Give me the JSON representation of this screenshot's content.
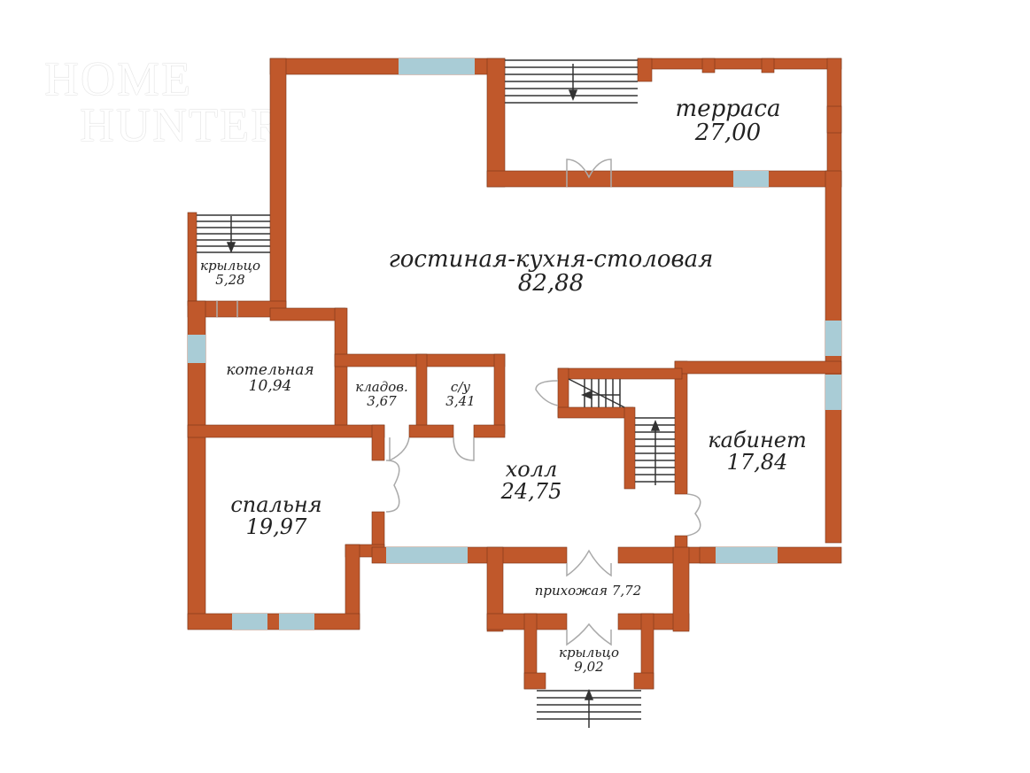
{
  "watermark": {
    "line1": "HOME",
    "line2": "HUNTER"
  },
  "colors": {
    "wall": "#c0582b",
    "window": "#a9ccd6",
    "stairs": "#333333",
    "background": "#ffffff"
  },
  "rooms": [
    {
      "id": "terrace",
      "name": "терраса",
      "area": "27,00"
    },
    {
      "id": "living",
      "name": "гостиная-кухня-столовая",
      "area": "82,88"
    },
    {
      "id": "porch-side",
      "name": "крыльцо",
      "area": "5,28"
    },
    {
      "id": "boiler",
      "name": "котельная",
      "area": "10,94"
    },
    {
      "id": "storage",
      "name": "кладов.",
      "area": "3,67"
    },
    {
      "id": "wc",
      "name": "с/у",
      "area": "3,41"
    },
    {
      "id": "hall",
      "name": "холл",
      "area": "24,75"
    },
    {
      "id": "study",
      "name": "кабинет",
      "area": "17,84"
    },
    {
      "id": "bedroom",
      "name": "спальня",
      "area": "19,97"
    },
    {
      "id": "entrance",
      "name": "прихожая",
      "area": "7,72"
    },
    {
      "id": "porch-front",
      "name": "крыльцо",
      "area": "9,02"
    }
  ]
}
